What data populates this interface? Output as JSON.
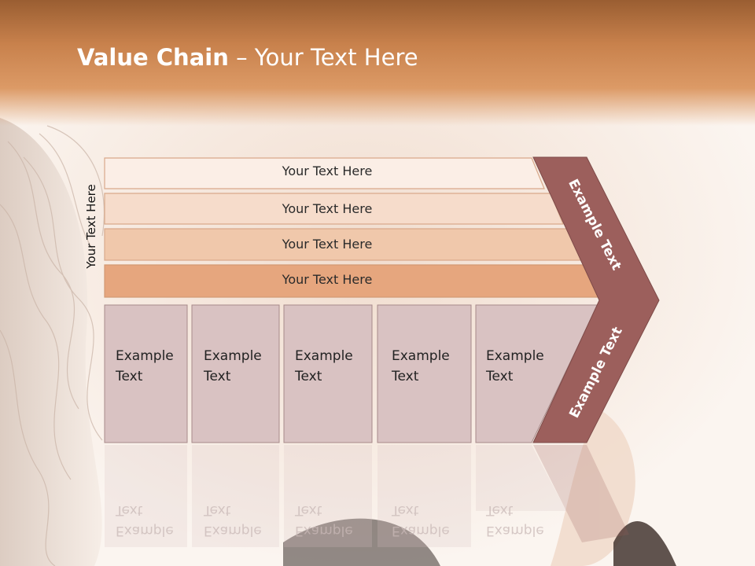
{
  "title": {
    "bold": "Value Chain",
    "rest": " – Your Text Here"
  },
  "side_label": "Your Text Here",
  "rows": [
    {
      "label": "Your Text Here",
      "color": "#fbeee6"
    },
    {
      "label": "Your Text Here",
      "color": "#f6dccb"
    },
    {
      "label": "Your Text Here",
      "color": "#f0c8ab"
    },
    {
      "label": "Your Text Here",
      "color": "#e6a67e"
    }
  ],
  "boxes": [
    {
      "line1": "Example",
      "line2": "Text"
    },
    {
      "line1": "Example",
      "line2": "Text"
    },
    {
      "line1": "Example",
      "line2": "Text"
    },
    {
      "line1": "Example",
      "line2": "Text"
    },
    {
      "line1": "Example",
      "line2": "Text"
    }
  ],
  "chevron": {
    "upper": "Example Text",
    "lower": "Example Text",
    "color": "#9c5f5c"
  },
  "colors": {
    "header": "#c8814c",
    "box_fill": "#d9c2c2",
    "box_stroke": "#a88a8a"
  }
}
